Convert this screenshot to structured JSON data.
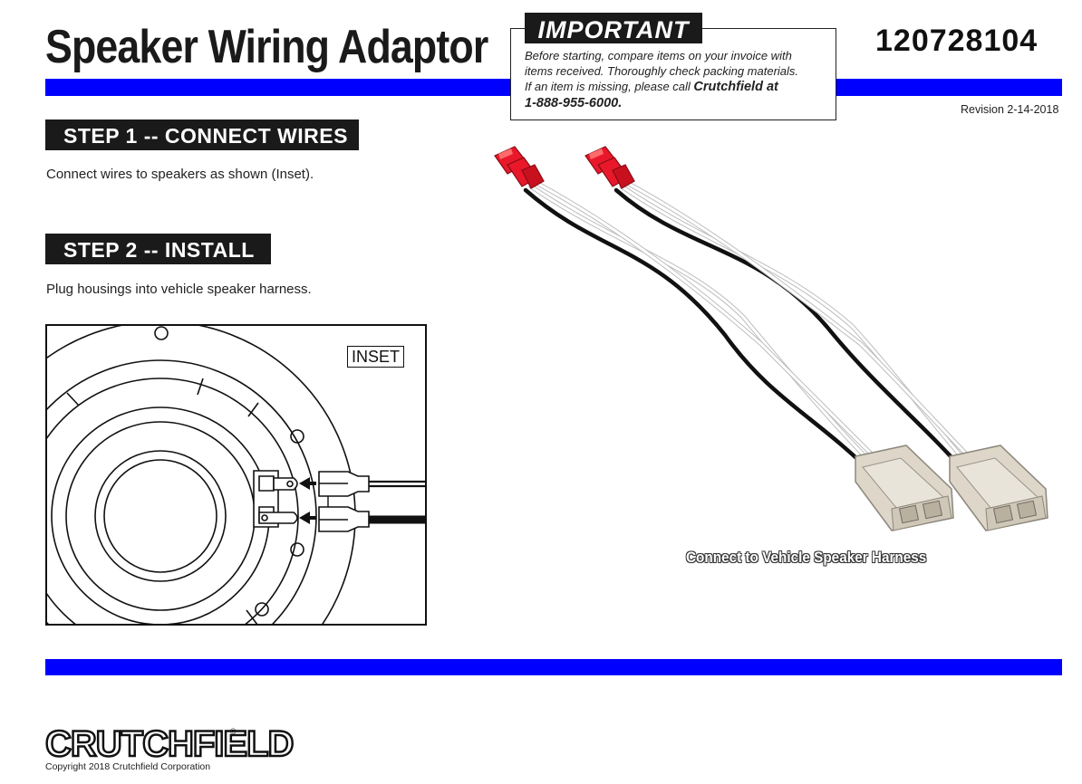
{
  "header": {
    "title": "Speaker Wiring Adaptor",
    "part_number": "120728104",
    "revision": "Revision 2-14-2018"
  },
  "important": {
    "heading": "IMPORTANT",
    "line1": "Before starting, compare items on your invoice with",
    "line2": "items received.  Thoroughly check packing materials.",
    "line3_prefix": "If an item is missing, please call ",
    "line3_bold": "Crutchfield at",
    "line4_bold": "1-888-955-6000."
  },
  "steps": [
    {
      "heading": "STEP 1 -- CONNECT WIRES",
      "text": "Connect wires to speakers as shown (Inset)."
    },
    {
      "heading": "STEP 2 -- INSTALL",
      "text": "Plug housings into vehicle speaker harness."
    }
  ],
  "inset": {
    "label": "INSET"
  },
  "harness": {
    "caption": "Connect to Vehicle Speaker Harness"
  },
  "footer": {
    "logo": "CRUTCHFIELD",
    "registered": "®",
    "copyright": "Copyright 2018  Crutchfield Corporation"
  },
  "colors": {
    "accent_bar": "#0000ff",
    "heading_bg": "#1a1a1a",
    "connector_red": "#e8182a",
    "housing": "#ddd6c9"
  }
}
